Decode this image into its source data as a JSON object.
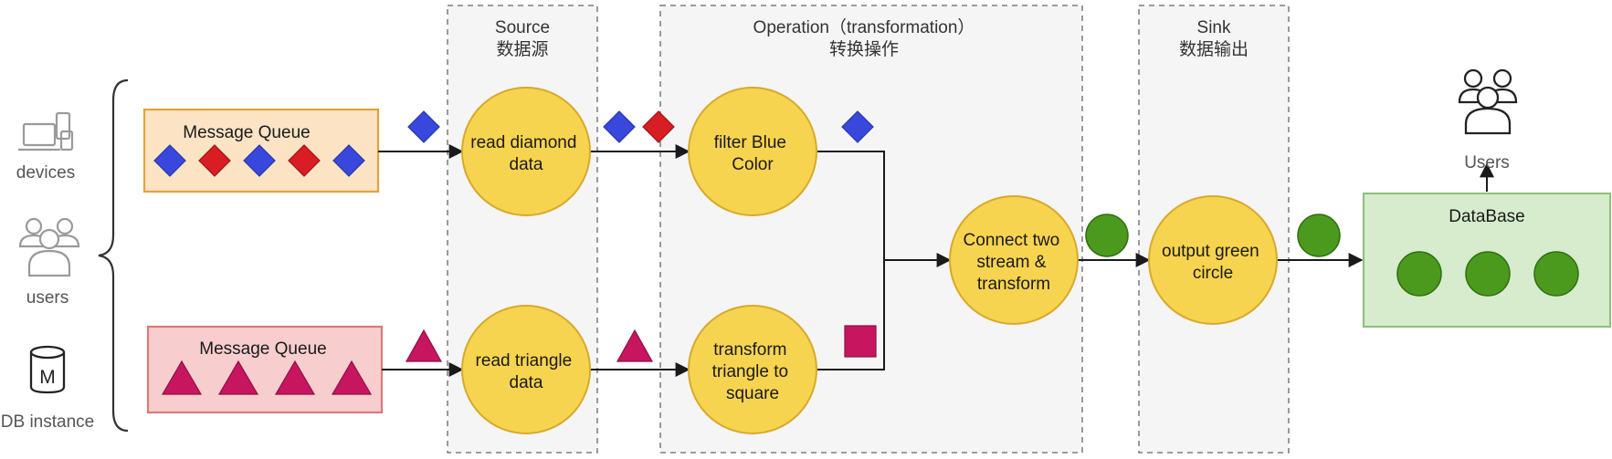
{
  "diagram": {
    "sources": {
      "devices": "devices",
      "users": "users",
      "db": "DB instance",
      "db_badge": "M"
    },
    "stages": {
      "source": {
        "title": "Source",
        "subtitle": "数据源"
      },
      "operation": {
        "title": "Operation（transformation）",
        "subtitle": "转换操作"
      },
      "sink": {
        "title": "Sink",
        "subtitle": "数据输出"
      }
    },
    "queues": {
      "top": {
        "label": "Message Queue",
        "items": [
          "blue-diamond",
          "red-diamond",
          "blue-diamond",
          "red-diamond",
          "blue-diamond"
        ]
      },
      "bottom": {
        "label": "Message Queue",
        "items": [
          "triangle",
          "triangle",
          "triangle",
          "triangle"
        ]
      }
    },
    "nodes": {
      "read_diamond": [
        "read diamond",
        "data"
      ],
      "read_triangle": [
        "read triangle",
        "data"
      ],
      "filter_blue": [
        "filter Blue",
        "Color"
      ],
      "transform_triangle": [
        "transform",
        "triangle to",
        "square"
      ],
      "connect": [
        "Connect two",
        "stream &",
        "transform"
      ],
      "output": [
        "output green",
        "circle"
      ]
    },
    "database": {
      "label": "DataBase",
      "item_count": 3
    },
    "consumers": "Users",
    "colors": {
      "blue": "#3848dc",
      "red": "#d81e23",
      "magenta": "#c8155f",
      "green": "#4c9a1d",
      "node_fill": "#f7d44f",
      "queue_top_fill": "#fbe3c4",
      "queue_bottom_fill": "#f8cdcd",
      "db_fill": "#d6eccd"
    }
  }
}
